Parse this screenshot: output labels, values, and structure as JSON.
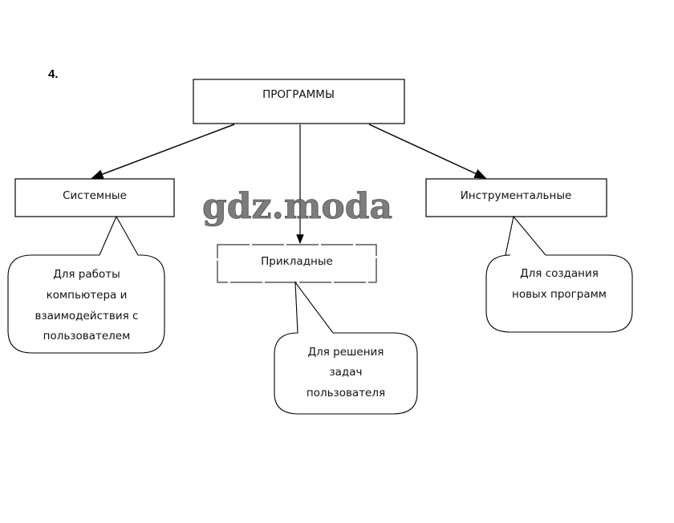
{
  "task_number": "4.",
  "watermark": "gdz.moda",
  "root": {
    "label": "ПРОГРАММЫ"
  },
  "categories": [
    {
      "label": "Системные",
      "description": [
        "Для работы",
        "компьютера и",
        "взаимодействия с",
        "пользователем"
      ]
    },
    {
      "label": "Прикладные",
      "description": [
        "Для решения",
        "задач",
        "пользователя"
      ]
    },
    {
      "label": "Инструментальные",
      "description": [
        "Для создания",
        "новых программ"
      ]
    }
  ]
}
